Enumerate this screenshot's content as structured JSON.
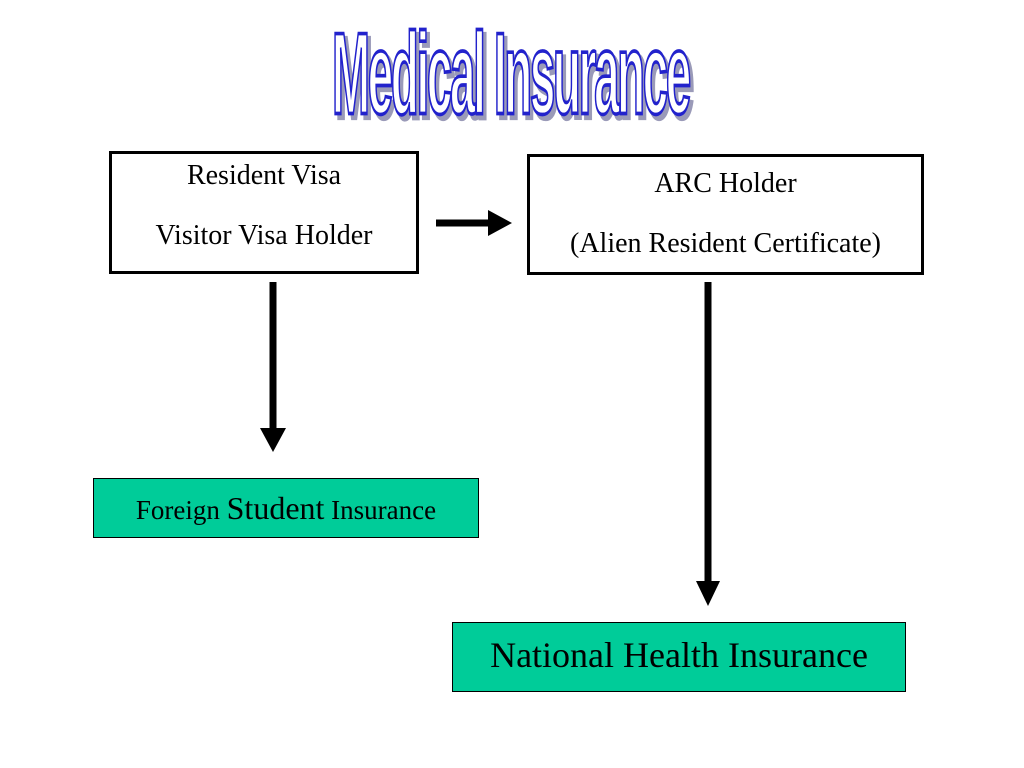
{
  "title": "Medical Insurance",
  "colors": {
    "title_fill": "#ffffff",
    "title_outline": "#2222cc",
    "title_shadow": "#9a9ab8",
    "box_green": "#00cc99",
    "arrow": "#000000"
  },
  "nodes": {
    "visa": {
      "line1": "Resident Visa",
      "line2": "Visitor Visa Holder"
    },
    "arc": {
      "line1": "ARC Holder",
      "line2": "(Alien Resident Certificate)"
    },
    "foreign": {
      "part1": "Foreign ",
      "part2": "Student",
      "part3": " Insurance"
    },
    "nhi": {
      "label": "National Health Insurance"
    }
  },
  "edges": [
    {
      "from": "visa",
      "to": "arc"
    },
    {
      "from": "visa",
      "to": "foreign"
    },
    {
      "from": "arc",
      "to": "nhi"
    }
  ]
}
